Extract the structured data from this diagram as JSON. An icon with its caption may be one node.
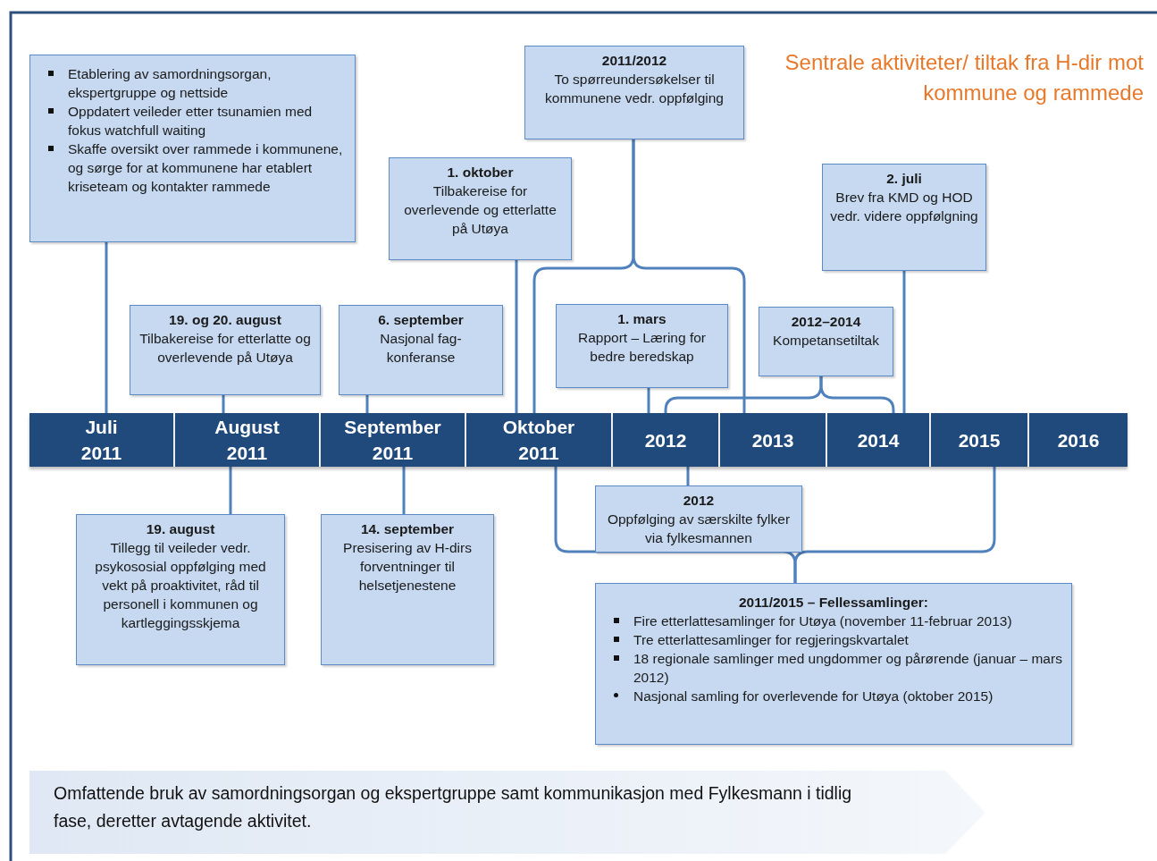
{
  "diagram": {
    "title": "Sentrale aktiviteter/ tiltak fra H-dir mot kommune og rammede",
    "nodes": [
      {
        "text": [
          "Etablering av samordningsorgan, ekspertgruppe og nettside",
          "Oppdatert veileder  etter tsunamien med fokus watchfull waiting",
          "Skaffe oversikt over rammede i kommunene, og  sørge for at kommunene har etablert kriseteam  og kontakter rammede"
        ]
      },
      {
        "text": [
          "2011/2012",
          "To spørreundersøkelser til kommunene vedr. oppfølging"
        ]
      },
      {
        "text": [
          "1. oktober",
          "Tilbakereise for overlevende og etterlatte på Utøya"
        ]
      },
      {
        "text": [
          "2. juli",
          "Brev fra KMD og HOD vedr. videre oppfølgning"
        ]
      },
      {
        "text": [
          "19. og 20. august",
          "Tilbakereise for etterlatte og overlevende på Utøya"
        ]
      },
      {
        "text": [
          "6. september",
          "Nasjonal fag-konferanse"
        ]
      },
      {
        "text": [
          "1. mars",
          "Rapport – Læring for bedre beredskap"
        ]
      },
      {
        "text": [
          "2012–2014",
          "Kompetansetiltak"
        ]
      },
      {
        "text": [
          "Juli 2011"
        ]
      },
      {
        "text": [
          "August 2011"
        ]
      },
      {
        "text": [
          "September 2011"
        ]
      },
      {
        "text": [
          "Oktober 2011"
        ]
      },
      {
        "text": [
          "2012"
        ]
      },
      {
        "text": [
          "2013"
        ]
      },
      {
        "text": [
          "2014"
        ]
      },
      {
        "text": [
          "2015"
        ]
      },
      {
        "text": [
          "2016"
        ]
      },
      {
        "text": [
          "19. august",
          "Tillegg til veileder vedr. psykososial oppfølging med vekt på proaktivitet, råd til personell i kommunen og kartleggingsskjema"
        ]
      },
      {
        "text": [
          "14. september",
          "Presisering av H-dirs forventninger til helsetjenestene"
        ]
      },
      {
        "text": [
          "2012",
          "Oppfølging av særskilte fylker via fylkesmannen"
        ]
      },
      {
        "text": [
          "2011/2015 – Fellessamlinger:",
          "Fire etterlattesamlinger for Utøya (november 11-februar 2013)",
          "Tre etterlattesamlinger for regjeringskvartalet",
          "18 regionale samlinger med ungdommer og pårørende (januar – mars 2012)",
          "Nasjonal samling for overlevende for Utøya (oktober 2015)"
        ]
      },
      {
        "text": [
          "Omfattende bruk av samordningsorgan og ekspertgruppe samt kommunikasjon med Fylkesmann i tidlig fase, deretter avtagende aktivitet."
        ]
      }
    ],
    "edges": [
      {
        "from": 0,
        "to": 8,
        "arrow": "none"
      },
      {
        "from": 2,
        "to": 11,
        "arrow": "none"
      },
      {
        "from": 1,
        "to": 11,
        "arrow": "none"
      },
      {
        "from": 1,
        "to": 13,
        "arrow": "none"
      },
      {
        "from": 3,
        "to": 14,
        "arrow": "none"
      },
      {
        "from": 4,
        "to": 9,
        "arrow": "none"
      },
      {
        "from": 5,
        "to": 10,
        "arrow": "none"
      },
      {
        "from": 6,
        "to": 12,
        "arrow": "none"
      },
      {
        "from": 7,
        "to": 12,
        "arrow": "none"
      },
      {
        "from": 7,
        "to": 14,
        "arrow": "none"
      },
      {
        "from": 17,
        "to": 9,
        "arrow": "none"
      },
      {
        "from": 18,
        "to": 10,
        "arrow": "none"
      },
      {
        "from": 19,
        "to": 12,
        "arrow": "none"
      },
      {
        "from": 20,
        "to": 11,
        "arrow": "none"
      },
      {
        "from": 20,
        "to": 15,
        "arrow": "none"
      }
    ]
  }
}
